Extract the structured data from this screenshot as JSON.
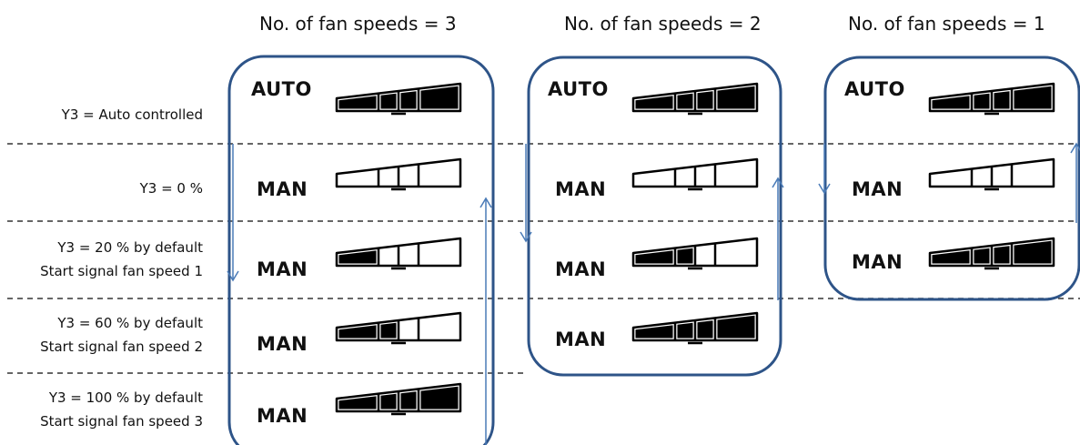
{
  "columns": [
    {
      "header": "No. of fan speeds = 3"
    },
    {
      "header": "No. of fan speeds = 2"
    },
    {
      "header": "No. of fan speeds = 1"
    }
  ],
  "rows": [
    {
      "label_lines": [
        "Y3 = Auto controlled"
      ]
    },
    {
      "label_lines": [
        "Y3 = 0 %"
      ]
    },
    {
      "label_lines": [
        "Y3 = 20 % by default",
        "Start signal fan speed 1"
      ]
    },
    {
      "label_lines": [
        "Y3 = 60 % by default",
        "Start signal fan speed 2"
      ]
    },
    {
      "label_lines": [
        "Y3 = 100 % by default",
        "Start signal fan speed 3"
      ]
    }
  ],
  "modes": {
    "auto": "AUTO",
    "manual": "MAN"
  },
  "displays": [
    {
      "column": 0,
      "row": 0,
      "mode": "AUTO",
      "filled_segments": 4
    },
    {
      "column": 0,
      "row": 1,
      "mode": "MAN",
      "filled_segments": 0
    },
    {
      "column": 0,
      "row": 2,
      "mode": "MAN",
      "filled_segments": 1
    },
    {
      "column": 0,
      "row": 3,
      "mode": "MAN",
      "filled_segments": 2
    },
    {
      "column": 0,
      "row": 4,
      "mode": "MAN",
      "filled_segments": 4
    },
    {
      "column": 1,
      "row": 0,
      "mode": "AUTO",
      "filled_segments": 4
    },
    {
      "column": 1,
      "row": 1,
      "mode": "MAN",
      "filled_segments": 0
    },
    {
      "column": 1,
      "row": 2,
      "mode": "MAN",
      "filled_segments": 2
    },
    {
      "column": 1,
      "row": 3,
      "mode": "MAN",
      "filled_segments": 4
    },
    {
      "column": 2,
      "row": 0,
      "mode": "AUTO",
      "filled_segments": 4
    },
    {
      "column": 2,
      "row": 1,
      "mode": "MAN",
      "filled_segments": 0
    },
    {
      "column": 2,
      "row": 2,
      "mode": "MAN",
      "filled_segments": 4
    }
  ],
  "colors": {
    "box": "#2e5488",
    "arrow": "#4a7bb7",
    "divider": "#333333",
    "segment": "#000000"
  }
}
